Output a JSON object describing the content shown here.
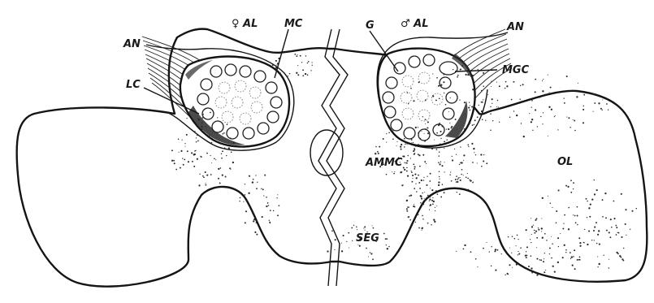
{
  "figure": {
    "labels": {
      "female_al": "♀ AL",
      "male_al": "♂ AL",
      "an_left": "AN",
      "an_right": "AN",
      "mc": "MC",
      "g": "G",
      "lc": "LC",
      "mgc": "MGC",
      "ammc": "AMMC",
      "ol": "OL",
      "seg": "SEG"
    }
  },
  "colors": {
    "ink": "#141414",
    "paper": "#ffffff"
  }
}
